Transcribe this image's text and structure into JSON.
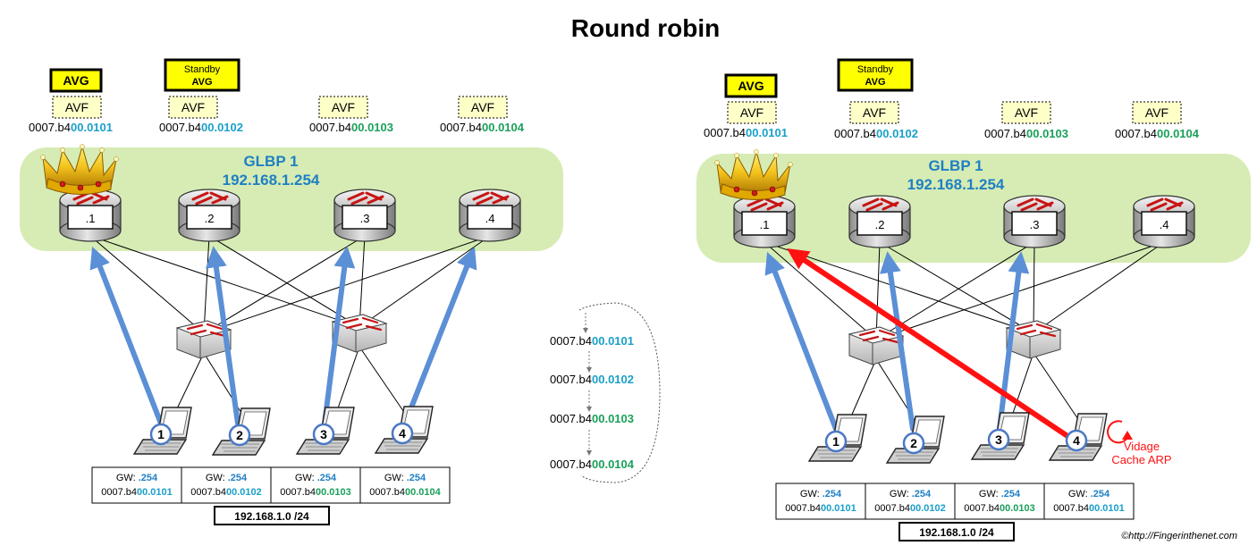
{
  "title": "Round robin",
  "colors": {
    "glbp_zone": "#d6ecb4",
    "blue_arrow": "#5b8fd6",
    "red_arrow": "#ff1111",
    "label_yellow": "#ffff00",
    "label_pale": "#ffffc8",
    "mac_suffix_cyan": "#1aa0c8",
    "mac_suffix_green": "#1aa05a",
    "glbp_text": "#1f7fc4"
  },
  "left": {
    "avg_label": "AVG",
    "standby_line1": "Standby",
    "standby_line2": "AVG",
    "avf_label": "AVF",
    "glbp_name": "GLBP 1",
    "glbp_ip": "192.168.1.254",
    "routers": [
      {
        "id": ".1",
        "mac_prefix": "0007.b4",
        "mac_suffix": "00.0101"
      },
      {
        "id": ".2",
        "mac_prefix": "0007.b4",
        "mac_suffix": "00.0102"
      },
      {
        "id": ".3",
        "mac_prefix": "0007.b4",
        "mac_suffix": "00.0103"
      },
      {
        "id": ".4",
        "mac_prefix": "0007.b4",
        "mac_suffix": "00.0104"
      }
    ],
    "hosts": [
      {
        "num": "1",
        "gw_label": "GW:",
        "gw_value": ".254",
        "mac_prefix": "0007.b4",
        "mac_suffix": "00.0101"
      },
      {
        "num": "2",
        "gw_label": "GW:",
        "gw_value": ".254",
        "mac_prefix": "0007.b4",
        "mac_suffix": "00.0102"
      },
      {
        "num": "3",
        "gw_label": "GW:",
        "gw_value": ".254",
        "mac_prefix": "0007.b4",
        "mac_suffix": "00.0103"
      },
      {
        "num": "4",
        "gw_label": "GW:",
        "gw_value": ".254",
        "mac_prefix": "0007.b4",
        "mac_suffix": "00.0104"
      }
    ],
    "subnet": "192.168.1.0 /24"
  },
  "rotation": [
    {
      "prefix": "0007.b4",
      "suffix": "00.0101"
    },
    {
      "prefix": "0007.b4",
      "suffix": "00.0102"
    },
    {
      "prefix": "0007.b4",
      "suffix": "00.0103"
    },
    {
      "prefix": "0007.b4",
      "suffix": "00.0104"
    }
  ],
  "right": {
    "avg_label": "AVG",
    "standby_line1": "Standby",
    "standby_line2": "AVG",
    "avf_label": "AVF",
    "glbp_name": "GLBP 1",
    "glbp_ip": "192.168.1.254",
    "routers": [
      {
        "id": ".1",
        "mac_prefix": "0007.b4",
        "mac_suffix": "00.0101"
      },
      {
        "id": ".2",
        "mac_prefix": "0007.b4",
        "mac_suffix": "00.0102"
      },
      {
        "id": ".3",
        "mac_prefix": "0007.b4",
        "mac_suffix": "00.0103"
      },
      {
        "id": ".4",
        "mac_prefix": "0007.b4",
        "mac_suffix": "00.0104"
      }
    ],
    "hosts": [
      {
        "num": "1",
        "gw_label": "GW:",
        "gw_value": ".254",
        "mac_prefix": "0007.b4",
        "mac_suffix": "00.0101"
      },
      {
        "num": "2",
        "gw_label": "GW:",
        "gw_value": ".254",
        "mac_prefix": "0007.b4",
        "mac_suffix": "00.0102"
      },
      {
        "num": "3",
        "gw_label": "GW:",
        "gw_value": ".254",
        "mac_prefix": "0007.b4",
        "mac_suffix": "00.0103"
      },
      {
        "num": "4",
        "gw_label": "GW:",
        "gw_value": ".254",
        "mac_prefix": "0007.b4",
        "mac_suffix": "00.0101"
      }
    ],
    "subnet": "192.168.1.0 /24",
    "flush_line1": "Vidage",
    "flush_line2": "Cache ARP"
  },
  "copyright": "©http://Fingerinthenet.com"
}
